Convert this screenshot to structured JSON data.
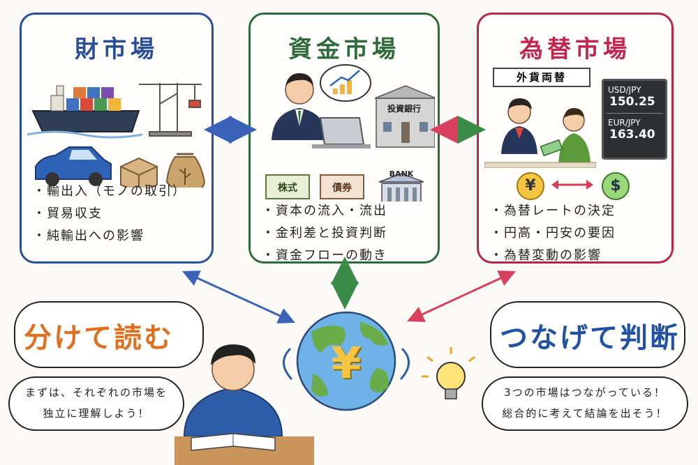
{
  "goods": {
    "title": "財市場",
    "bullets": [
      "輸出入（モノの取引）",
      "貿易収支",
      "純輸出への影響"
    ]
  },
  "money": {
    "title": "資金市場",
    "bank_sign": "投資銀行",
    "stock_label": "株式",
    "bond_label": "債券",
    "bank_label": "BANK",
    "bullets": [
      "資本の流入・流出",
      "金利差と投資判断",
      "資金フローの動き"
    ]
  },
  "fx": {
    "title": "為替市場",
    "counter_sign": "外貨両替",
    "board": [
      {
        "pair": "USD/JPY",
        "rate": "150.25"
      },
      {
        "pair": "EUR/JPY",
        "rate": "163.40"
      }
    ],
    "yen_symbol": "¥",
    "dollar_symbol": "$",
    "bullets": [
      "為替レートの決定",
      "円高・円安の要因",
      "為替変動の影響"
    ]
  },
  "center": {
    "symbol": "¥"
  },
  "left_bubble": {
    "heading": "分けて読む",
    "note_lines": [
      "まずは、それぞれの市場を",
      "独立に理解しよう！"
    ]
  },
  "right_bubble": {
    "heading": "つなげて判断",
    "note_lines": [
      "3つの市場はつながっている！",
      "総合的に考えて結論を出そう！"
    ]
  },
  "colors": {
    "goods": "#2a4f9a",
    "money": "#2f6b3a",
    "fx": "#b8244a",
    "left_heading": "#e0701f",
    "right_heading": "#2452a3"
  }
}
